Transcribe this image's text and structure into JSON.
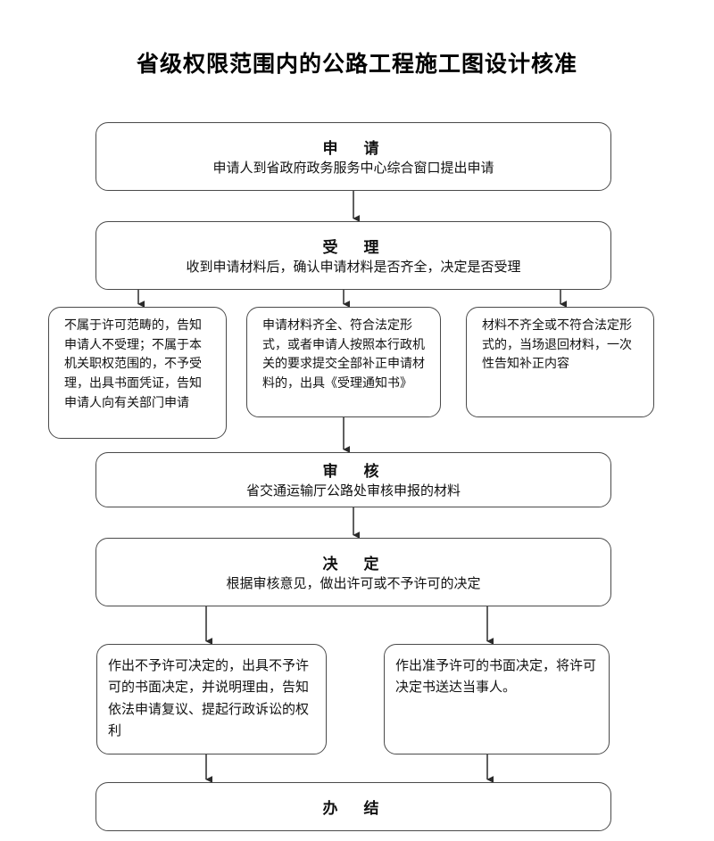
{
  "title": "省级权限范围内的公路工程施工图设计核准",
  "nodes": {
    "apply": {
      "head": "申　请",
      "body": "申请人到省政府政务服务中心综合窗口提出申请"
    },
    "accept": {
      "head": "受　理",
      "body": "收到申请材料后，确认申请材料是否齐全，决定是否受理"
    },
    "not_scope": {
      "body": "不属于许可范畴的，告知申请人不受理；不属于本机关职权范围的，不予受理，出具书面凭证，告知申请人向有关部门申请"
    },
    "accepted": {
      "body": "申请材料齐全、符合法定形式，或者申请人按照本行政机关的要求提交全部补正申请材料的，出具《受理通知书》"
    },
    "incomplete": {
      "body": "材料不齐全或不符合法定形式的，当场退回材料，一次性告知补正内容"
    },
    "review": {
      "head": "审　核",
      "body": "省交通运输厅公路处审核申报的材料"
    },
    "decide": {
      "head": "决　定",
      "body": "根据审核意见，做出许可或不予许可的决定"
    },
    "reject": {
      "body": "作出不予许可决定的，出具不予许可的书面决定，并说明理由，告知依法申请复议、提起行政诉讼的权利"
    },
    "approve": {
      "body": "作出准予许可的书面决定，将许可决定书送达当事人。"
    },
    "finish": {
      "head": "办　结"
    }
  },
  "style": {
    "box_stroke": "#4a4a4a",
    "connector_stroke": "#2b2b2b",
    "background": "#ffffff",
    "text_color": "#111111"
  },
  "chart_data": {
    "type": "diagram",
    "diagram_kind": "flowchart",
    "orientation": "top-to-bottom",
    "title": "省级权限范围内的公路工程施工图设计核准",
    "steps": [
      {
        "id": "apply",
        "label": "申　请",
        "detail": "申请人到省政府政务服务中心综合窗口提出申请",
        "level": 1
      },
      {
        "id": "accept",
        "label": "受　理",
        "detail": "收到申请材料后，确认申请材料是否齐全，决定是否受理",
        "level": 2
      },
      {
        "id": "not_scope",
        "label": "不属于许可范畴的，告知申请人不受理；不属于本机关职权范围的，不予受理，出具书面凭证，告知申请人向有关部门申请",
        "level": 3
      },
      {
        "id": "accepted",
        "label": "申请材料齐全、符合法定形式，或者申请人按照本行政机关的要求提交全部补正申请材料的，出具《受理通知书》",
        "level": 3
      },
      {
        "id": "incomplete",
        "label": "材料不齐全或不符合法定形式的，当场退回材料，一次性告知补正内容",
        "level": 3
      },
      {
        "id": "review",
        "label": "审　核",
        "detail": "省交通运输厅公路处审核申报的材料",
        "level": 4
      },
      {
        "id": "decide",
        "label": "决　定",
        "detail": "根据审核意见，做出许可或不予许可的决定",
        "level": 5
      },
      {
        "id": "reject",
        "label": "作出不予许可决定的，出具不予许可的书面决定，并说明理由，告知依法申请复议、提起行政诉讼的权利",
        "level": 6
      },
      {
        "id": "approve",
        "label": "作出准予许可的书面决定，将许可决定书送达当事人。",
        "level": 6
      },
      {
        "id": "finish",
        "label": "办　结",
        "level": 7
      }
    ],
    "edges": [
      {
        "from": "apply",
        "to": "accept"
      },
      {
        "from": "accept",
        "to": "not_scope"
      },
      {
        "from": "accept",
        "to": "accepted"
      },
      {
        "from": "accept",
        "to": "incomplete"
      },
      {
        "from": "accepted",
        "to": "review"
      },
      {
        "from": "review",
        "to": "decide"
      },
      {
        "from": "decide",
        "to": "reject"
      },
      {
        "from": "decide",
        "to": "approve"
      },
      {
        "from": "reject",
        "to": "finish"
      },
      {
        "from": "approve",
        "to": "finish"
      }
    ]
  }
}
